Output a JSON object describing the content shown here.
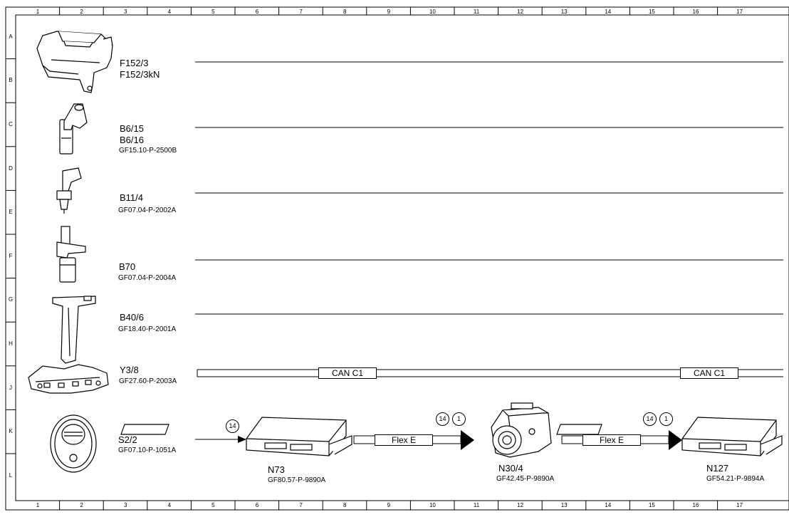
{
  "grid": {
    "columns": [
      "1",
      "2",
      "3",
      "4",
      "5",
      "6",
      "7",
      "8",
      "9",
      "10",
      "11",
      "12",
      "13",
      "14",
      "15",
      "16",
      "17"
    ],
    "rows": [
      "A",
      "B",
      "C",
      "D",
      "E",
      "F",
      "G",
      "H",
      "J",
      "K",
      "L"
    ]
  },
  "components": [
    {
      "id": "F152",
      "lines": [
        "F152/3",
        "F152/3kN"
      ],
      "doc": ""
    },
    {
      "id": "B6",
      "lines": [
        "B6/15",
        "B6/16"
      ],
      "doc": "GF15.10-P-2500B"
    },
    {
      "id": "B11",
      "lines": [
        "B11/4"
      ],
      "doc": "GF07.04-P-2002A"
    },
    {
      "id": "B70",
      "lines": [
        "B70"
      ],
      "doc": "GF07.04-P-2004A"
    },
    {
      "id": "B40",
      "lines": [
        "B40/6"
      ],
      "doc": "GF18.40-P-2001A"
    },
    {
      "id": "Y3",
      "lines": [
        "Y3/8"
      ],
      "doc": "GF27.60-P-2003A"
    },
    {
      "id": "S2",
      "lines": [
        "S2/2"
      ],
      "doc": "GF07.10-P-1051A"
    }
  ],
  "modules": [
    {
      "name": "N73",
      "doc": "GF80.57-P-9890A"
    },
    {
      "name": "N30/4",
      "doc": "GF42.45-P-9890A"
    },
    {
      "name": "N127",
      "doc": "GF54.21-P-9894A"
    }
  ],
  "bus": {
    "can_label": "CAN C1",
    "flex_label": "Flex E"
  },
  "markers": {
    "s2_marker": "14",
    "flex1_a": "14",
    "flex1_b": "1",
    "flex2_a": "14",
    "flex2_b": "1"
  }
}
